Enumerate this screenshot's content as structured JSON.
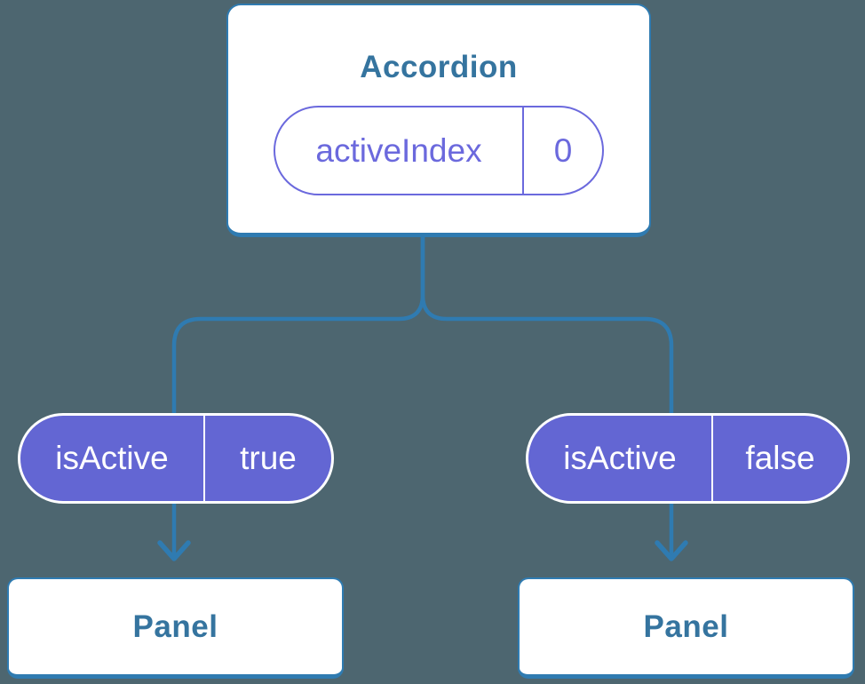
{
  "diagram": {
    "type": "component-tree",
    "colors": {
      "background": "#4d6670",
      "connector_blue": "#2f7bb1",
      "heading_blue": "#35749f",
      "pill_purple_fill": "#6366d3",
      "pill_purple_outline": "#6b69dd",
      "card_fill": "#ffffff",
      "pill_text_white": "#ffffff"
    },
    "root": {
      "title": "Accordion",
      "state": {
        "name": "activeIndex",
        "value": "0"
      }
    },
    "children": [
      {
        "prop": {
          "name": "isActive",
          "value": "true"
        },
        "component": {
          "title": "Panel"
        }
      },
      {
        "prop": {
          "name": "isActive",
          "value": "false"
        },
        "component": {
          "title": "Panel"
        }
      }
    ]
  }
}
